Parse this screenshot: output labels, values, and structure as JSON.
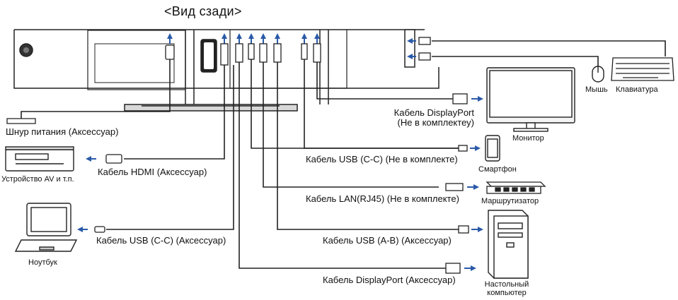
{
  "title": "<Вид сзади>",
  "cables": {
    "power": "Шнур питания (Аксессуар)",
    "hdmi": "Кабель HDMI (Аксессуар)",
    "usb_cc_accessory": "Кабель USB (C-C) (Аксессуар)",
    "displayport_line1": "Кабель DisplayPort",
    "displayport_line2": "(Не в комплектеу)",
    "usb_cc_not_included": "Кабель USB (C-C) (Не в комплекте)",
    "lan": "Кабель LAN(RJ45) (Не в комплекте)",
    "usb_ab": "Кабель USB (A-B) (Аксессуар)",
    "displayport_accessory": "Кабель DisplayPort (Аксессуар)"
  },
  "devices": {
    "av_device": "Устройство AV и т.п.",
    "laptop": "Ноутбук",
    "mouse": "Мышь",
    "keyboard": "Клавиатура",
    "monitor": "Монитор",
    "smartphone": "Смартфон",
    "router": "Маршрутизатор",
    "desktop_line1": "Настольный",
    "desktop_line2": "компьютер"
  },
  "colors": {
    "arrow": "#2a5aa8",
    "line": "#222222"
  }
}
